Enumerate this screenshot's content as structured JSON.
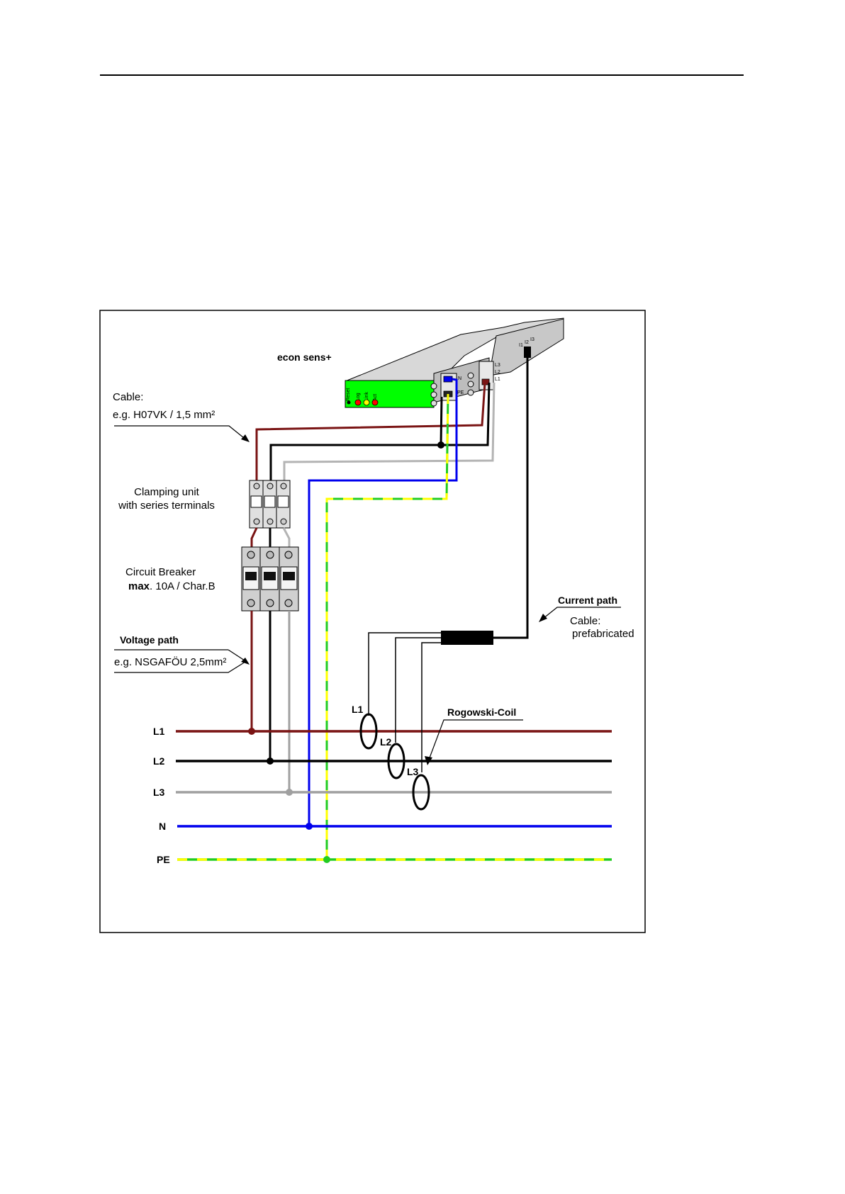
{
  "device": {
    "name": "econ sens+",
    "leds": [
      "Reset",
      "Log",
      "Link",
      "Act"
    ],
    "terminal_labels_left": [
      "N",
      "PE"
    ],
    "terminal_labels_right": [
      "L3",
      "L2",
      "L1"
    ],
    "port_labels": [
      "I1",
      "I2",
      "I3"
    ]
  },
  "labels": {
    "cable_title": "Cable:",
    "cable_spec": "e.g. H07VK / 1,5 mm²",
    "clamping_line1": "Clamping unit",
    "clamping_line2": "with series terminals",
    "breaker_line1": "Circuit Breaker",
    "breaker_max": "max",
    "breaker_rest": ". 10A / Char.B",
    "voltage_path": "Voltage path",
    "voltage_spec": "e.g. NSGAFÖU 2,5mm²",
    "current_path": "Current path",
    "current_cable_title": "Cable:",
    "current_cable_spec": "prefabricated",
    "rogowski": "Rogowski-Coil",
    "coil_l1": "L1",
    "coil_l2": "L2",
    "coil_l3": "L3"
  },
  "buses": [
    {
      "name": "L1",
      "color": "#7a1414"
    },
    {
      "name": "L2",
      "color": "#000000"
    },
    {
      "name": "L3",
      "color": "#a0a0a0"
    },
    {
      "name": "N",
      "color": "#0000ee"
    },
    {
      "name": "PE",
      "color": "#22cc22",
      "stripe": "#ffff00"
    }
  ],
  "colors": {
    "device_front": "#00ff00",
    "device_body": "#d8d8d8",
    "led_red": "#ff0000",
    "led_yellow": "#ffff00"
  }
}
